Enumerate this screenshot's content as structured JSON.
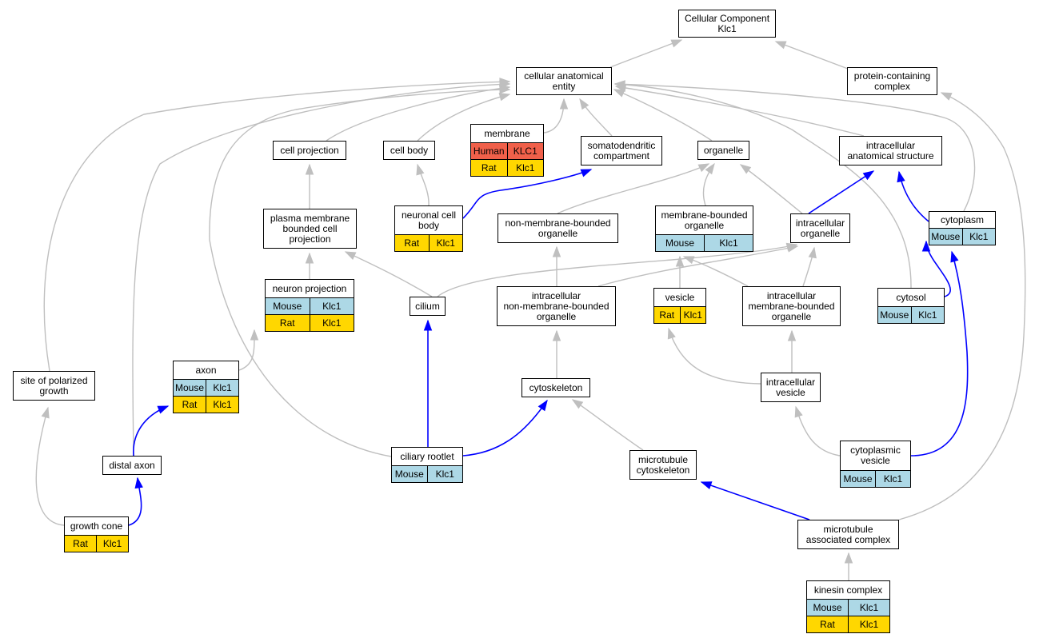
{
  "colors": {
    "is_a_edge": "#bfbfbf",
    "part_of_edge": "#0000ff",
    "mouse": "#add8e6",
    "rat": "#ffd700",
    "human": "#f0604a"
  },
  "nodes": {
    "root": {
      "label": "Cellular Component\nKlc1"
    },
    "cae": {
      "label": "cellular anatomical\nentity"
    },
    "pcc": {
      "label": "protein-containing\ncomplex"
    },
    "membrane": {
      "label": "membrane",
      "rows": [
        [
          "Human",
          "KLC1"
        ],
        [
          "Rat",
          "Klc1"
        ]
      ]
    },
    "cellproj": {
      "label": "cell projection"
    },
    "cellbody": {
      "label": "cell body"
    },
    "somato": {
      "label": "somatodendritic\ncompartment"
    },
    "organelle": {
      "label": "organelle"
    },
    "ias": {
      "label": "intracellular\nanatomical structure"
    },
    "pmbcp": {
      "label": "plasma membrane\nbounded cell\nprojection"
    },
    "ncb": {
      "label": "neuronal cell\nbody",
      "rows": [
        [
          "Rat",
          "Klc1"
        ]
      ]
    },
    "nmbo": {
      "label": "non-membrane-bounded\norganelle"
    },
    "mbo": {
      "label": "membrane-bounded\norganelle",
      "rows": [
        [
          "Mouse",
          "Klc1"
        ]
      ]
    },
    "io": {
      "label": "intracellular\norganelle"
    },
    "cytoplasm": {
      "label": "cytoplasm",
      "rows": [
        [
          "Mouse",
          "Klc1"
        ]
      ]
    },
    "neuronproj": {
      "label": "neuron projection",
      "rows": [
        [
          "Mouse",
          "Klc1"
        ],
        [
          "Rat",
          "Klc1"
        ]
      ]
    },
    "cilium": {
      "label": "cilium"
    },
    "inmbo": {
      "label": "intracellular\nnon-membrane-bounded\norganelle"
    },
    "vesicle": {
      "label": "vesicle",
      "rows": [
        [
          "Rat",
          "Klc1"
        ]
      ]
    },
    "imbo": {
      "label": "intracellular\nmembrane-bounded\norganelle"
    },
    "cytosol": {
      "label": "cytosol",
      "rows": [
        [
          "Mouse",
          "Klc1"
        ]
      ]
    },
    "axon": {
      "label": "axon",
      "rows": [
        [
          "Mouse",
          "Klc1"
        ],
        [
          "Rat",
          "Klc1"
        ]
      ]
    },
    "spg": {
      "label": "site of polarized\ngrowth"
    },
    "cytoskeleton": {
      "label": "cytoskeleton"
    },
    "iv": {
      "label": "intracellular\nvesicle"
    },
    "distalaxon": {
      "label": "distal axon"
    },
    "ciliaryrootlet": {
      "label": "ciliary rootlet",
      "rows": [
        [
          "Mouse",
          "Klc1"
        ]
      ]
    },
    "mtcsk": {
      "label": "microtubule\ncytoskeleton"
    },
    "cytovesicle": {
      "label": "cytoplasmic\nvesicle",
      "rows": [
        [
          "Mouse",
          "Klc1"
        ]
      ]
    },
    "growthcone": {
      "label": "growth cone",
      "rows": [
        [
          "Rat",
          "Klc1"
        ]
      ]
    },
    "mac": {
      "label": "microtubule\nassociated complex"
    },
    "kinesin": {
      "label": "kinesin complex",
      "rows": [
        [
          "Mouse",
          "Klc1"
        ],
        [
          "Rat",
          "Klc1"
        ]
      ]
    }
  },
  "edges": [
    {
      "from": "cae",
      "to": "root",
      "kind": "is_a"
    },
    {
      "from": "pcc",
      "to": "root",
      "kind": "is_a"
    },
    {
      "from": "membrane",
      "to": "cae",
      "kind": "is_a"
    },
    {
      "from": "cellproj",
      "to": "cae",
      "kind": "is_a"
    },
    {
      "from": "cellbody",
      "to": "cae",
      "kind": "is_a"
    },
    {
      "from": "somato",
      "to": "cae",
      "kind": "is_a"
    },
    {
      "from": "organelle",
      "to": "cae",
      "kind": "is_a"
    },
    {
      "from": "ias",
      "to": "cae",
      "kind": "is_a"
    },
    {
      "from": "cytoplasm",
      "to": "cae",
      "kind": "is_a"
    },
    {
      "from": "cytosol",
      "to": "cae",
      "kind": "is_a"
    },
    {
      "from": "spg",
      "to": "cae",
      "kind": "is_a"
    },
    {
      "from": "distalaxon",
      "to": "cae",
      "kind": "is_a"
    },
    {
      "from": "ciliaryrootlet",
      "to": "cae",
      "kind": "is_a"
    },
    {
      "from": "pmbcp",
      "to": "cellproj",
      "kind": "is_a"
    },
    {
      "from": "ncb",
      "to": "cellbody",
      "kind": "is_a"
    },
    {
      "from": "ncb",
      "to": "somato",
      "kind": "part_of"
    },
    {
      "from": "nmbo",
      "to": "organelle",
      "kind": "is_a"
    },
    {
      "from": "mbo",
      "to": "organelle",
      "kind": "is_a"
    },
    {
      "from": "io",
      "to": "organelle",
      "kind": "is_a"
    },
    {
      "from": "io",
      "to": "ias",
      "kind": "part_of"
    },
    {
      "from": "cytoplasm",
      "to": "ias",
      "kind": "part_of"
    },
    {
      "from": "neuronproj",
      "to": "pmbcp",
      "kind": "is_a"
    },
    {
      "from": "cilium",
      "to": "pmbcp",
      "kind": "is_a"
    },
    {
      "from": "cilium",
      "to": "io",
      "kind": "is_a"
    },
    {
      "from": "inmbo",
      "to": "nmbo",
      "kind": "is_a"
    },
    {
      "from": "inmbo",
      "to": "io",
      "kind": "is_a"
    },
    {
      "from": "vesicle",
      "to": "mbo",
      "kind": "is_a"
    },
    {
      "from": "imbo",
      "to": "mbo",
      "kind": "is_a"
    },
    {
      "from": "imbo",
      "to": "io",
      "kind": "is_a"
    },
    {
      "from": "cytosol",
      "to": "cytoplasm",
      "kind": "part_of"
    },
    {
      "from": "axon",
      "to": "neuronproj",
      "kind": "is_a"
    },
    {
      "from": "cytoskeleton",
      "to": "inmbo",
      "kind": "is_a"
    },
    {
      "from": "iv",
      "to": "imbo",
      "kind": "is_a"
    },
    {
      "from": "iv",
      "to": "vesicle",
      "kind": "is_a"
    },
    {
      "from": "distalaxon",
      "to": "axon",
      "kind": "part_of"
    },
    {
      "from": "ciliaryrootlet",
      "to": "cilium",
      "kind": "part_of"
    },
    {
      "from": "ciliaryrootlet",
      "to": "cytoskeleton",
      "kind": "part_of"
    },
    {
      "from": "mtcsk",
      "to": "cytoskeleton",
      "kind": "is_a"
    },
    {
      "from": "cytovesicle",
      "to": "iv",
      "kind": "is_a"
    },
    {
      "from": "cytovesicle",
      "to": "cytoplasm",
      "kind": "part_of"
    },
    {
      "from": "growthcone",
      "to": "spg",
      "kind": "is_a"
    },
    {
      "from": "growthcone",
      "to": "distalaxon",
      "kind": "part_of"
    },
    {
      "from": "mac",
      "to": "mtcsk",
      "kind": "part_of"
    },
    {
      "from": "mac",
      "to": "pcc",
      "kind": "is_a"
    },
    {
      "from": "kinesin",
      "to": "mac",
      "kind": "is_a"
    }
  ]
}
